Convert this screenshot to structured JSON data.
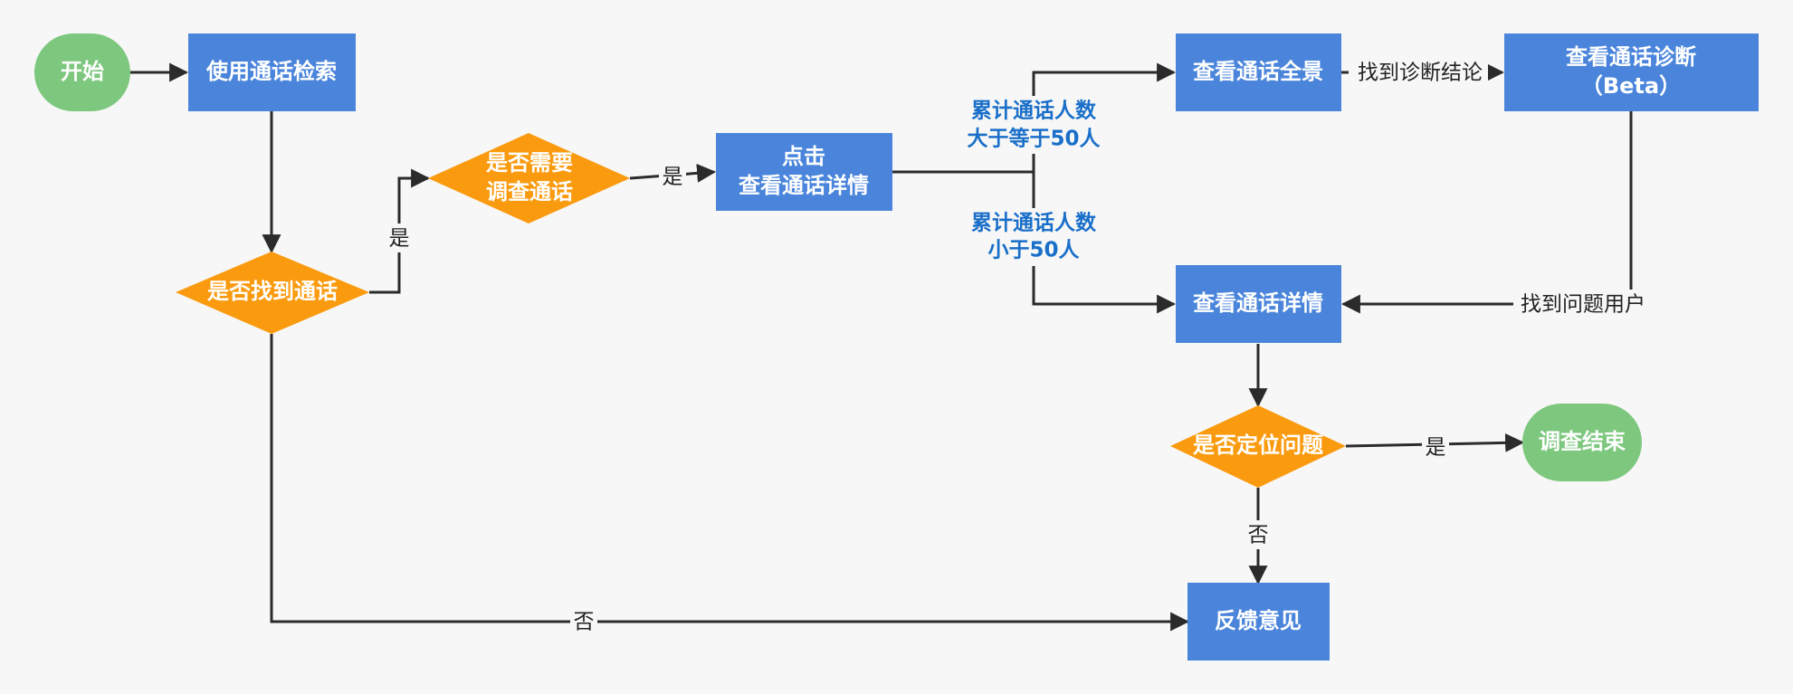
{
  "colors": {
    "background": "#f7f7f7",
    "terminal": "#7dc87e",
    "process": "#4a85db",
    "decision": "#fa9b0f",
    "edge": "#2b2b2b",
    "condition_text": "#1a6fc9"
  },
  "nodes": {
    "start": {
      "text": "开始"
    },
    "use_search": {
      "text": "使用通话检索"
    },
    "found_call": {
      "text": "是否找到通话"
    },
    "need_investigate": {
      "line1": "是否需要",
      "line2": "调查通话"
    },
    "click_detail": {
      "line1": "点击",
      "line2": "查看通话详情"
    },
    "overview": {
      "text": "查看通话全景"
    },
    "diagnosis": {
      "line1": "查看通话诊断",
      "line2": "（Beta）"
    },
    "view_detail": {
      "text": "查看通话详情"
    },
    "locate_issue": {
      "text": "是否定位问题"
    },
    "end": {
      "text": "调查结束"
    },
    "feedback": {
      "text": "反馈意见"
    }
  },
  "edges": {
    "found_yes": "是",
    "need_yes": "是",
    "found_no": "否",
    "locate_yes": "是",
    "locate_no": "否",
    "find_conclusion": "找到诊断结论",
    "find_user": "找到问题用户",
    "cond_ge50": {
      "line1": "累计通话人数",
      "line2": "大于等于50人"
    },
    "cond_lt50": {
      "line1": "累计通话人数",
      "line2": "小于50人"
    }
  }
}
